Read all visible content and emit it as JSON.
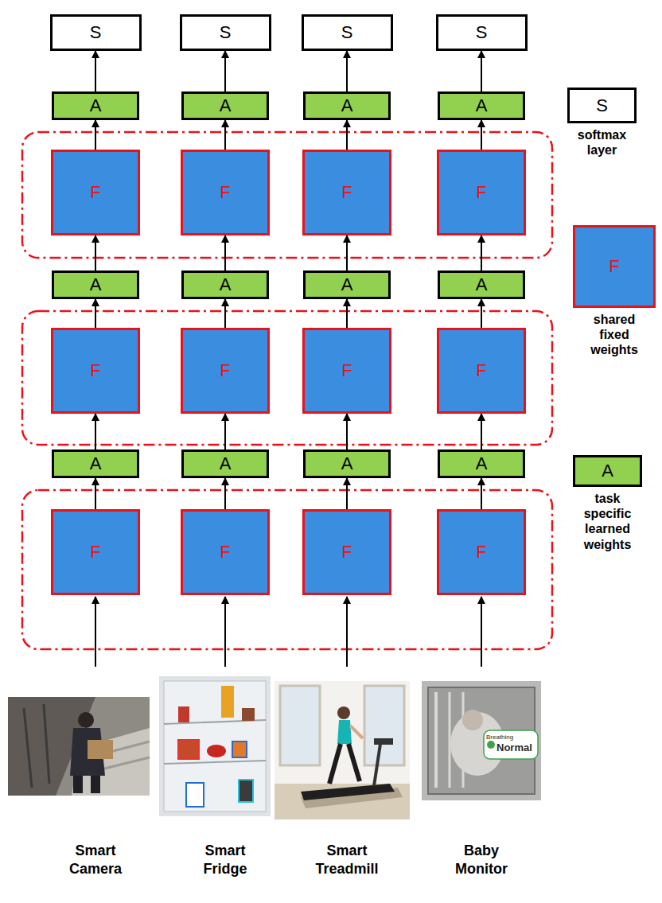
{
  "diagram": {
    "nodes": [
      {
        "text": [
          "S"
        ]
      },
      {
        "text": [
          "S"
        ]
      },
      {
        "text": [
          "S"
        ]
      },
      {
        "text": [
          "S"
        ]
      },
      {
        "text": [
          "A"
        ]
      },
      {
        "text": [
          "A"
        ]
      },
      {
        "text": [
          "A"
        ]
      },
      {
        "text": [
          "A"
        ]
      },
      {
        "text": [
          "F"
        ]
      },
      {
        "text": [
          "F"
        ]
      },
      {
        "text": [
          "F"
        ]
      },
      {
        "text": [
          "F"
        ]
      },
      {
        "text": [
          "A"
        ]
      },
      {
        "text": [
          "A"
        ]
      },
      {
        "text": [
          "A"
        ]
      },
      {
        "text": [
          "A"
        ]
      },
      {
        "text": [
          "F"
        ]
      },
      {
        "text": [
          "F"
        ]
      },
      {
        "text": [
          "F"
        ]
      },
      {
        "text": [
          "F"
        ]
      },
      {
        "text": [
          "A"
        ]
      },
      {
        "text": [
          "A"
        ]
      },
      {
        "text": [
          "A"
        ]
      },
      {
        "text": [
          "A"
        ]
      },
      {
        "text": [
          "F"
        ]
      },
      {
        "text": [
          "F"
        ]
      },
      {
        "text": [
          "F"
        ]
      },
      {
        "text": [
          "F"
        ]
      },
      {
        "text": [
          "S",
          "softmax layer"
        ]
      },
      {
        "text": [
          "F",
          "shared fixed weights"
        ]
      },
      {
        "text": [
          "A",
          "task specific learned weights"
        ]
      }
    ],
    "edges": [
      {
        "from": 24,
        "to": 20,
        "arrow": "to"
      },
      {
        "from": 25,
        "to": 21,
        "arrow": "to"
      },
      {
        "from": 26,
        "to": 22,
        "arrow": "to"
      },
      {
        "from": 27,
        "to": 23,
        "arrow": "to"
      },
      {
        "from": 20,
        "to": 16,
        "arrow": "to"
      },
      {
        "from": 21,
        "to": 17,
        "arrow": "to"
      },
      {
        "from": 22,
        "to": 18,
        "arrow": "to"
      },
      {
        "from": 23,
        "to": 19,
        "arrow": "to"
      },
      {
        "from": 16,
        "to": 12,
        "arrow": "to"
      },
      {
        "from": 17,
        "to": 13,
        "arrow": "to"
      },
      {
        "from": 18,
        "to": 14,
        "arrow": "to"
      },
      {
        "from": 19,
        "to": 15,
        "arrow": "to"
      },
      {
        "from": 12,
        "to": 8,
        "arrow": "to"
      },
      {
        "from": 13,
        "to": 9,
        "arrow": "to"
      },
      {
        "from": 14,
        "to": 10,
        "arrow": "to"
      },
      {
        "from": 15,
        "to": 11,
        "arrow": "to"
      },
      {
        "from": 8,
        "to": 4,
        "arrow": "to"
      },
      {
        "from": 9,
        "to": 5,
        "arrow": "to"
      },
      {
        "from": 10,
        "to": 6,
        "arrow": "to"
      },
      {
        "from": 11,
        "to": 7,
        "arrow": "to"
      },
      {
        "from": 4,
        "to": 0,
        "arrow": "to"
      },
      {
        "from": 5,
        "to": 1,
        "arrow": "to"
      },
      {
        "from": 6,
        "to": 2,
        "arrow": "to"
      },
      {
        "from": 7,
        "to": 3,
        "arrow": "to"
      }
    ],
    "labels": [
      "Breathing",
      "Normal",
      "Smart Camera",
      "Smart Fridge",
      "Smart Treadmill",
      "Baby Monitor"
    ]
  }
}
